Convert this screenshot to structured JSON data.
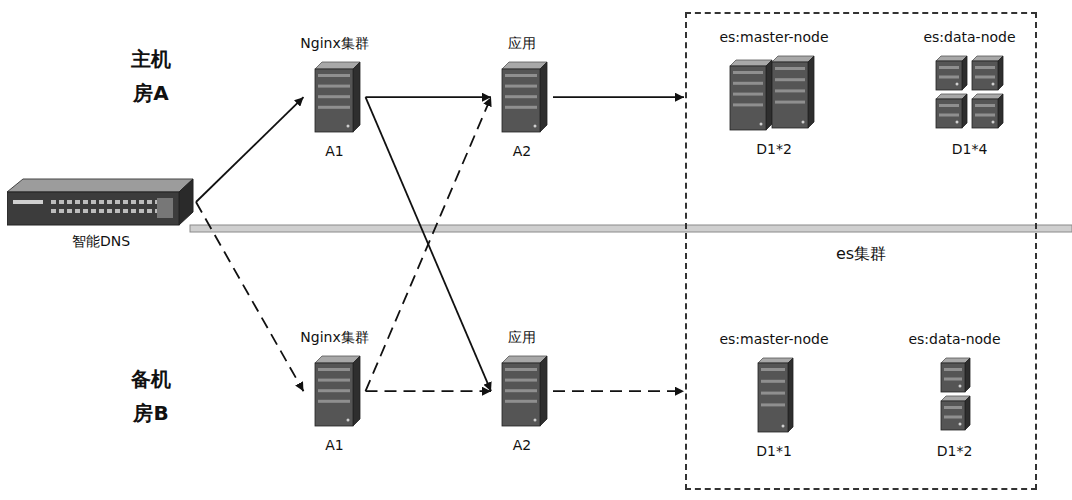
{
  "diagram": {
    "nodes": [
      {
        "text": [
          "智能DNS"
        ]
      },
      {
        "text": [
          "Nginx集群",
          "A1"
        ]
      },
      {
        "text": [
          "应用",
          "A2"
        ]
      },
      {
        "text": [
          "es集群"
        ]
      },
      {
        "text": [
          "es:master-node",
          "D1*2"
        ],
        "in": 3
      },
      {
        "text": [
          "es:data-node",
          "D1*4"
        ],
        "in": 3
      },
      {
        "text": [
          "Nginx集群",
          "A1"
        ]
      },
      {
        "text": [
          "应用",
          "A2"
        ]
      },
      {
        "text": [
          "es:master-node",
          "D1*1"
        ],
        "in": 3
      },
      {
        "text": [
          "es:data-node",
          "D1*2"
        ],
        "in": 3
      }
    ],
    "edges": [
      {
        "from": 0,
        "to": 1,
        "arrow": "to"
      },
      {
        "from": 0,
        "to": 6,
        "arrow": "to"
      },
      {
        "from": 1,
        "to": 2,
        "arrow": "to"
      },
      {
        "from": 1,
        "to": 7,
        "arrow": "to"
      },
      {
        "from": 2,
        "to": 3,
        "arrow": "to"
      },
      {
        "from": 6,
        "to": 2,
        "arrow": "to"
      },
      {
        "from": 6,
        "to": 7,
        "arrow": "to"
      },
      {
        "from": 7,
        "to": 3,
        "arrow": "to"
      }
    ],
    "labels": [
      "主机房A",
      "备机房B"
    ]
  }
}
